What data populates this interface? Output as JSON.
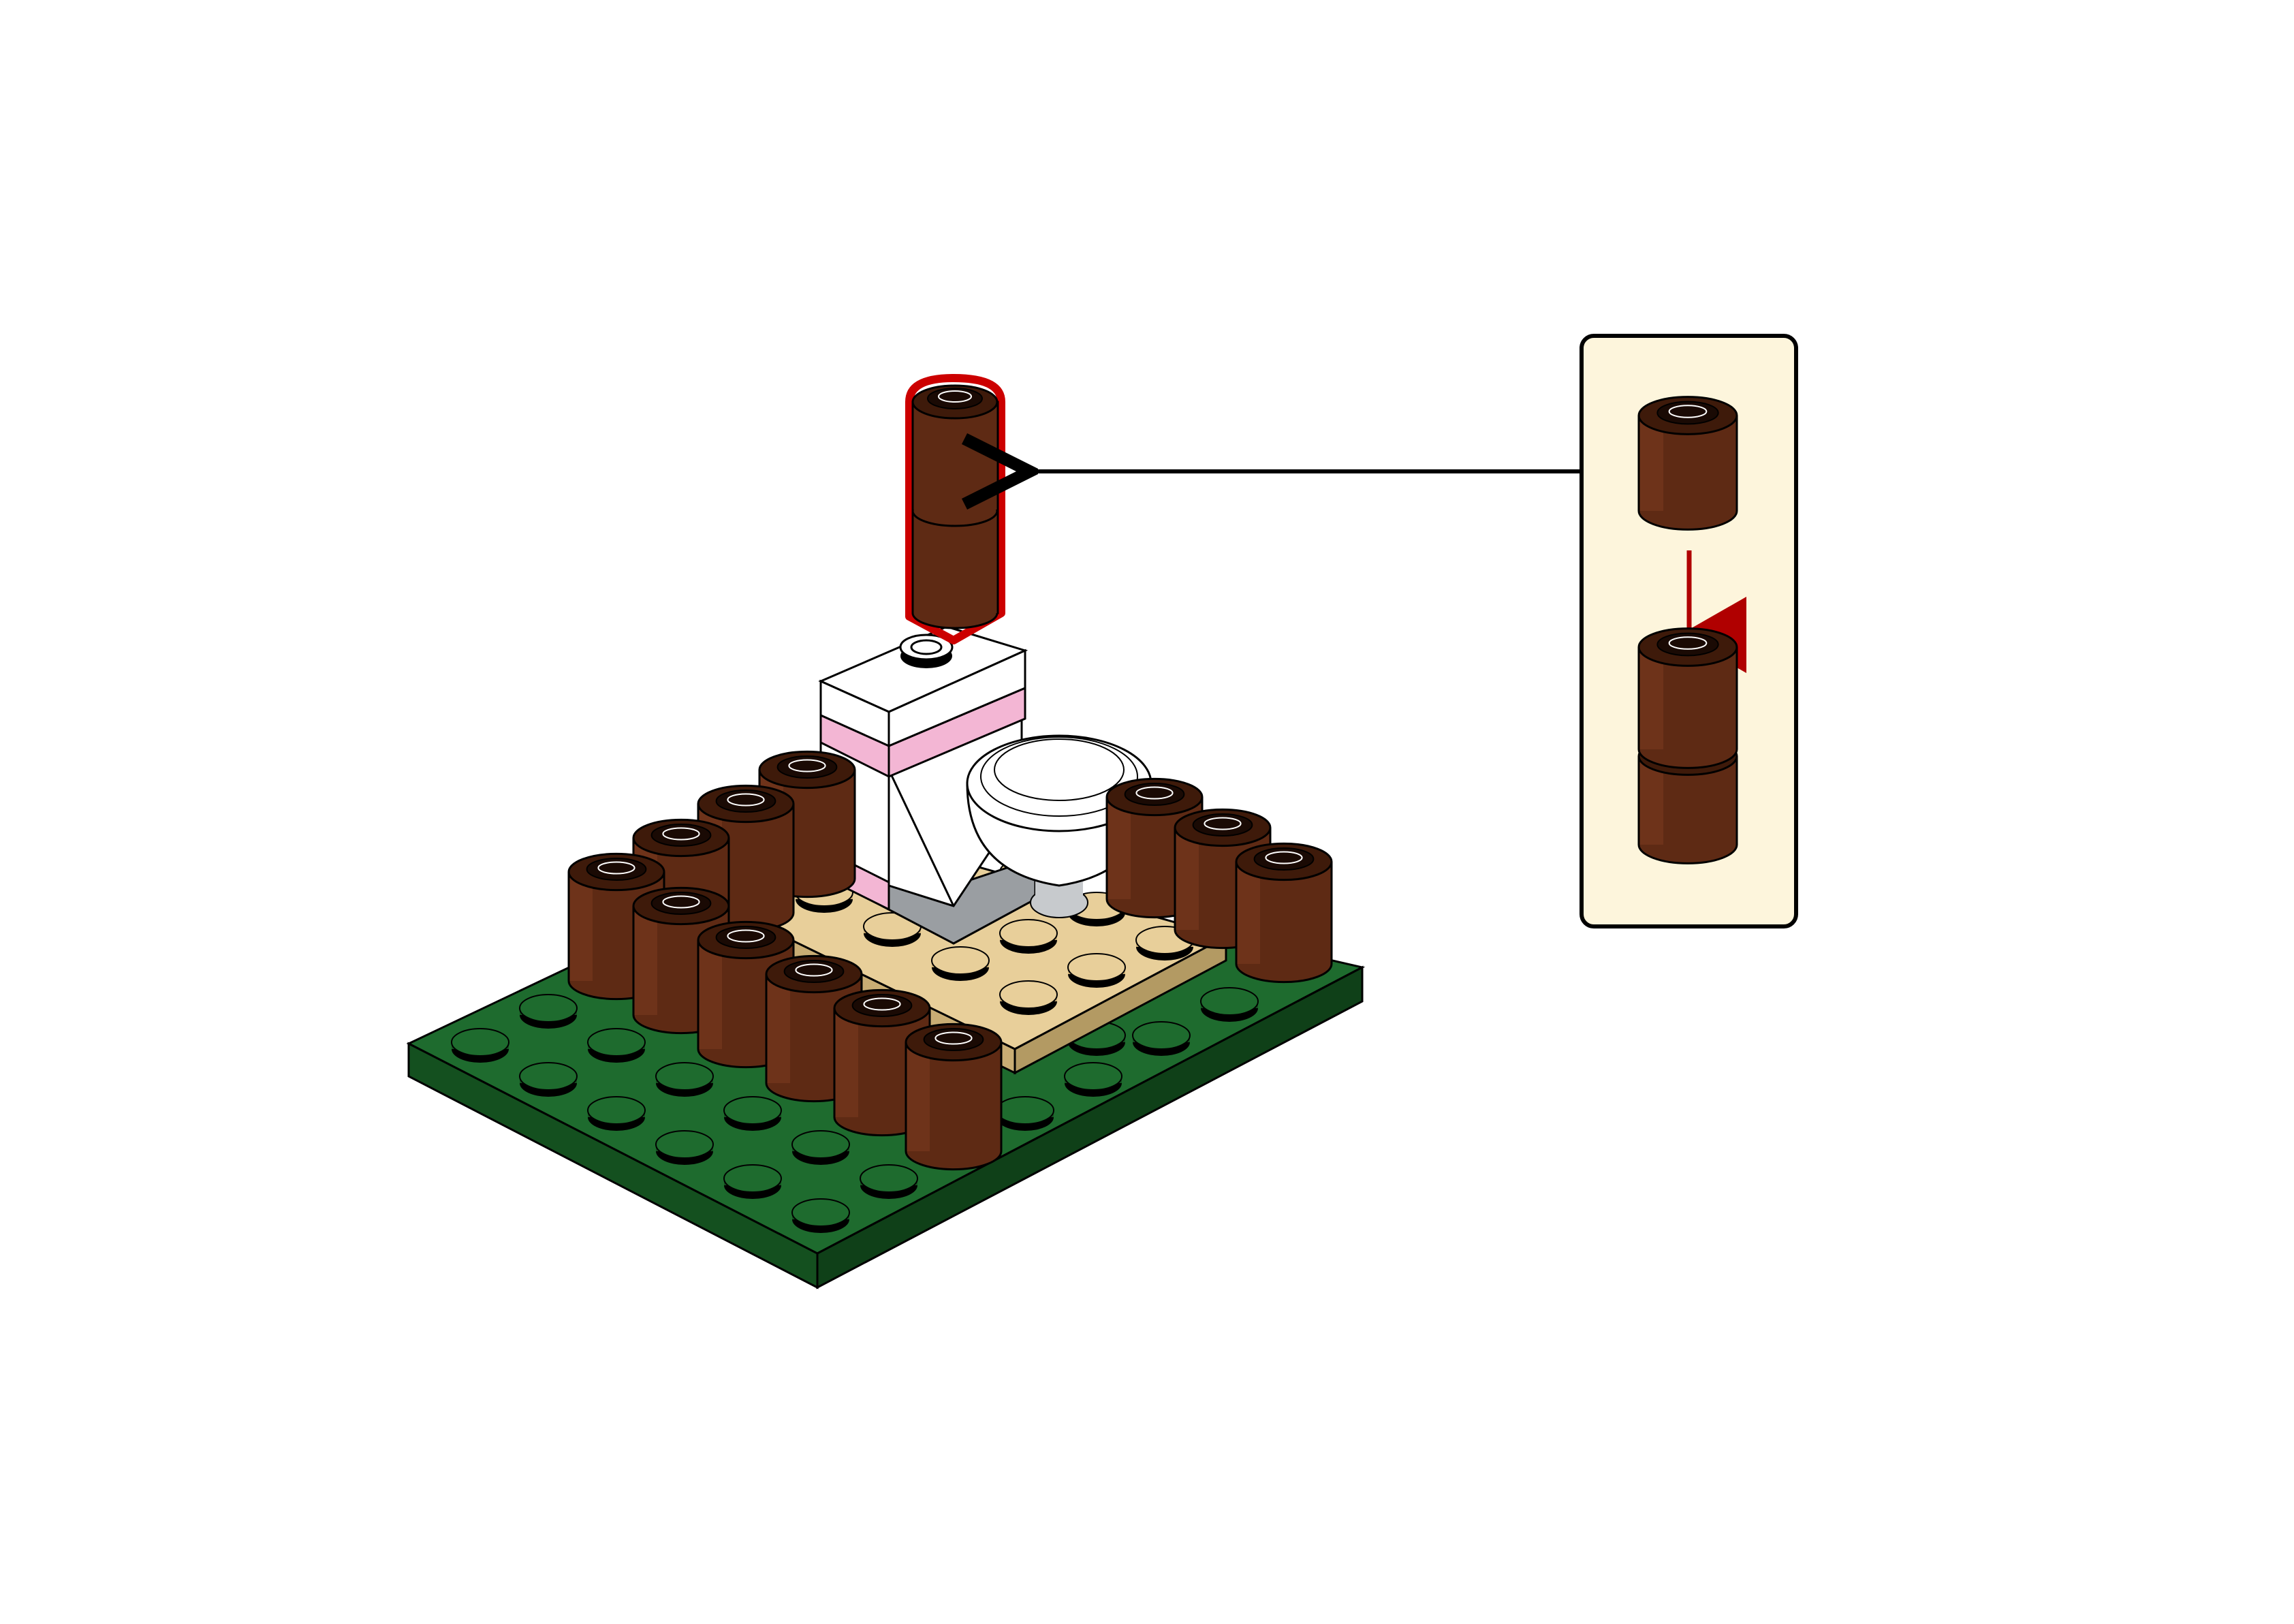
{
  "page": {
    "background": "#ffffff"
  },
  "colors": {
    "outline": "#000000",
    "callout_fill": "#fdf5dc",
    "callout_border": "#000000",
    "highlight": "#cc0000",
    "arrow_in_callout": "#b00000",
    "brown_face": "#5e2a14",
    "brown_light": "#7a3a1e",
    "brown_dark": "#3e1a0a",
    "baseplate_green": "#1e6b2e",
    "baseplate_green_dark": "#14501f",
    "tan": "#e8cf9a",
    "tan_dark": "#c9ad74",
    "white_part": "#ffffff",
    "pink": "#f3b6d4",
    "gray": "#9a9ea2",
    "gray_light": "#c7cacd"
  },
  "icons": {
    "callout_arrow": "arrow-left-icon",
    "stack_arrow": "arrow-down-icon"
  },
  "build_step": {
    "model": "outhouse-toilet-on-green-baseplate",
    "highlighted_parts": [
      "round-brick-1x1-brown",
      "round-brick-1x1-brown"
    ],
    "callout_parts": [
      "round-brick-1x1-brown",
      "round-brick-1x1-brown"
    ]
  }
}
